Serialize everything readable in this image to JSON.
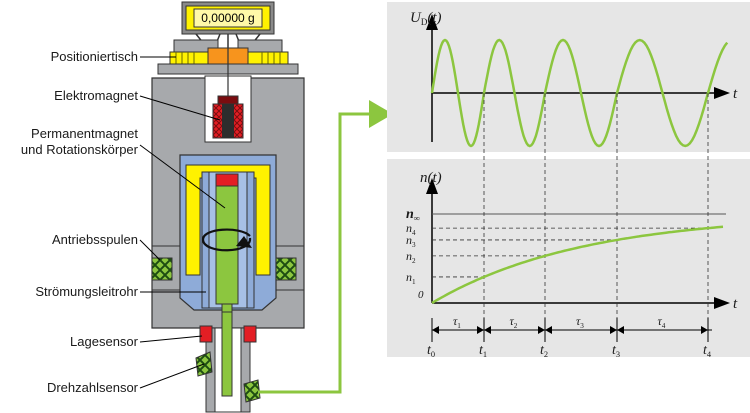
{
  "balance_reading": "0,00000 g",
  "labels": {
    "positioniertisch": "Positioniertisch",
    "elektromagnet": "Elektromagnet",
    "permanentmagnet_1": "Permanentmagnet",
    "permanentmagnet_2": "und Rotationskörper",
    "antriebsspulen": "Antriebsspulen",
    "stroemungsleitrohr": "Strömungsleitrohr",
    "lagesensor": "Lagesensor",
    "drehzahlsensor": "Drehzahlsensor"
  },
  "top_plot": {
    "ylabel_U": "U",
    "ylabel_sub": "D",
    "ylabel_arg": "(t)",
    "xlabel": "t"
  },
  "bottom_plot": {
    "ylabel": "n(t)",
    "xlabel": "t",
    "n_labels": [
      {
        "base": "n",
        "sub": "∞"
      },
      {
        "base": "n",
        "sub": "4"
      },
      {
        "base": "n",
        "sub": "3"
      },
      {
        "base": "n",
        "sub": "2"
      },
      {
        "base": "n",
        "sub": "1"
      }
    ],
    "zero": "0",
    "tau_labels": [
      {
        "base": "τ",
        "sub": "1"
      },
      {
        "base": "τ",
        "sub": "2"
      },
      {
        "base": "τ",
        "sub": "3"
      },
      {
        "base": "τ",
        "sub": "4"
      }
    ],
    "t_labels": [
      {
        "base": "t",
        "sub": "0"
      },
      {
        "base": "t",
        "sub": "1"
      },
      {
        "base": "t",
        "sub": "2"
      },
      {
        "base": "t",
        "sub": "3"
      },
      {
        "base": "t",
        "sub": "4"
      }
    ]
  },
  "colors": {
    "green": "#8cc63f",
    "yellow": "#fff200",
    "orange": "#f7941d",
    "red": "#e31e24",
    "grey_body": "#a7a9ac",
    "blue": "#8eabd8",
    "panel": "#e6e6e6",
    "dark_green": "#2b5f1e"
  }
}
